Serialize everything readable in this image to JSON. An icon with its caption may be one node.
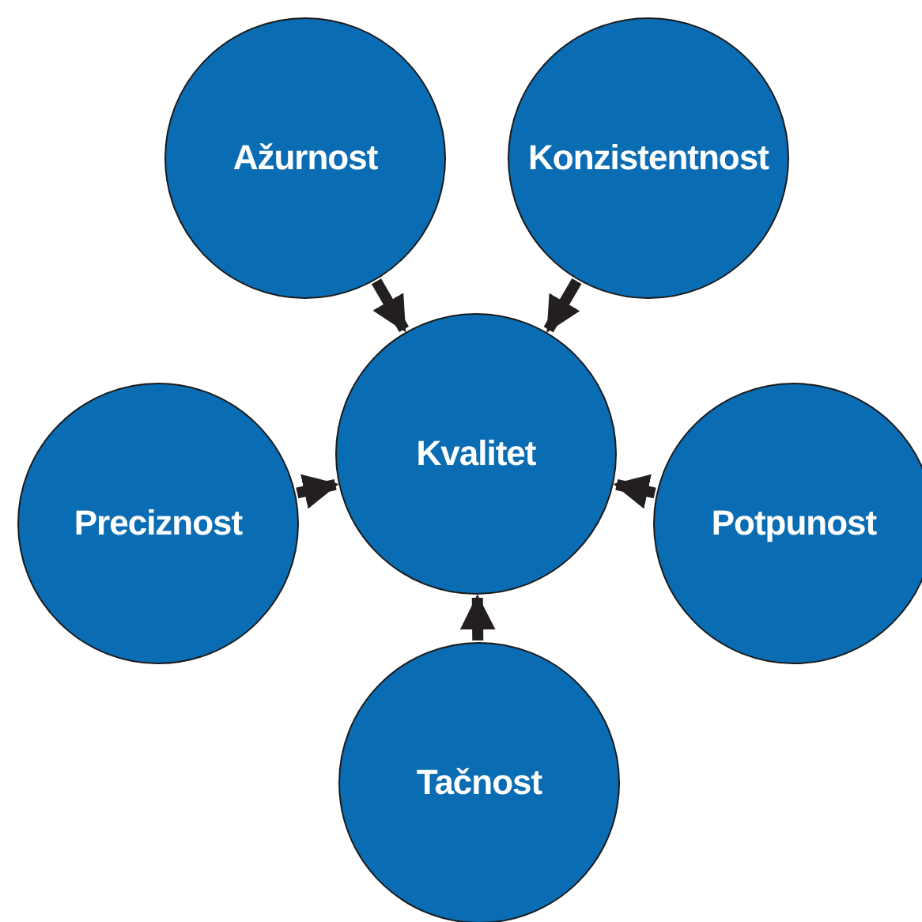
{
  "diagram": {
    "nodes": [
      {
        "text": [
          "Ažurnost"
        ]
      },
      {
        "text": [
          "Konzistentnost"
        ]
      },
      {
        "text": [
          "Preciznost"
        ]
      },
      {
        "text": [
          "Kvalitet"
        ]
      },
      {
        "text": [
          "Potpunost"
        ]
      },
      {
        "text": [
          "Tačnost"
        ]
      }
    ],
    "edges": [
      {
        "from": 0,
        "to": 3,
        "arrow": "to"
      },
      {
        "from": 1,
        "to": 3,
        "arrow": "to"
      },
      {
        "from": 2,
        "to": 3,
        "arrow": "to"
      },
      {
        "from": 4,
        "to": 3,
        "arrow": "to"
      },
      {
        "from": 5,
        "to": 3,
        "arrow": "to"
      }
    ]
  }
}
